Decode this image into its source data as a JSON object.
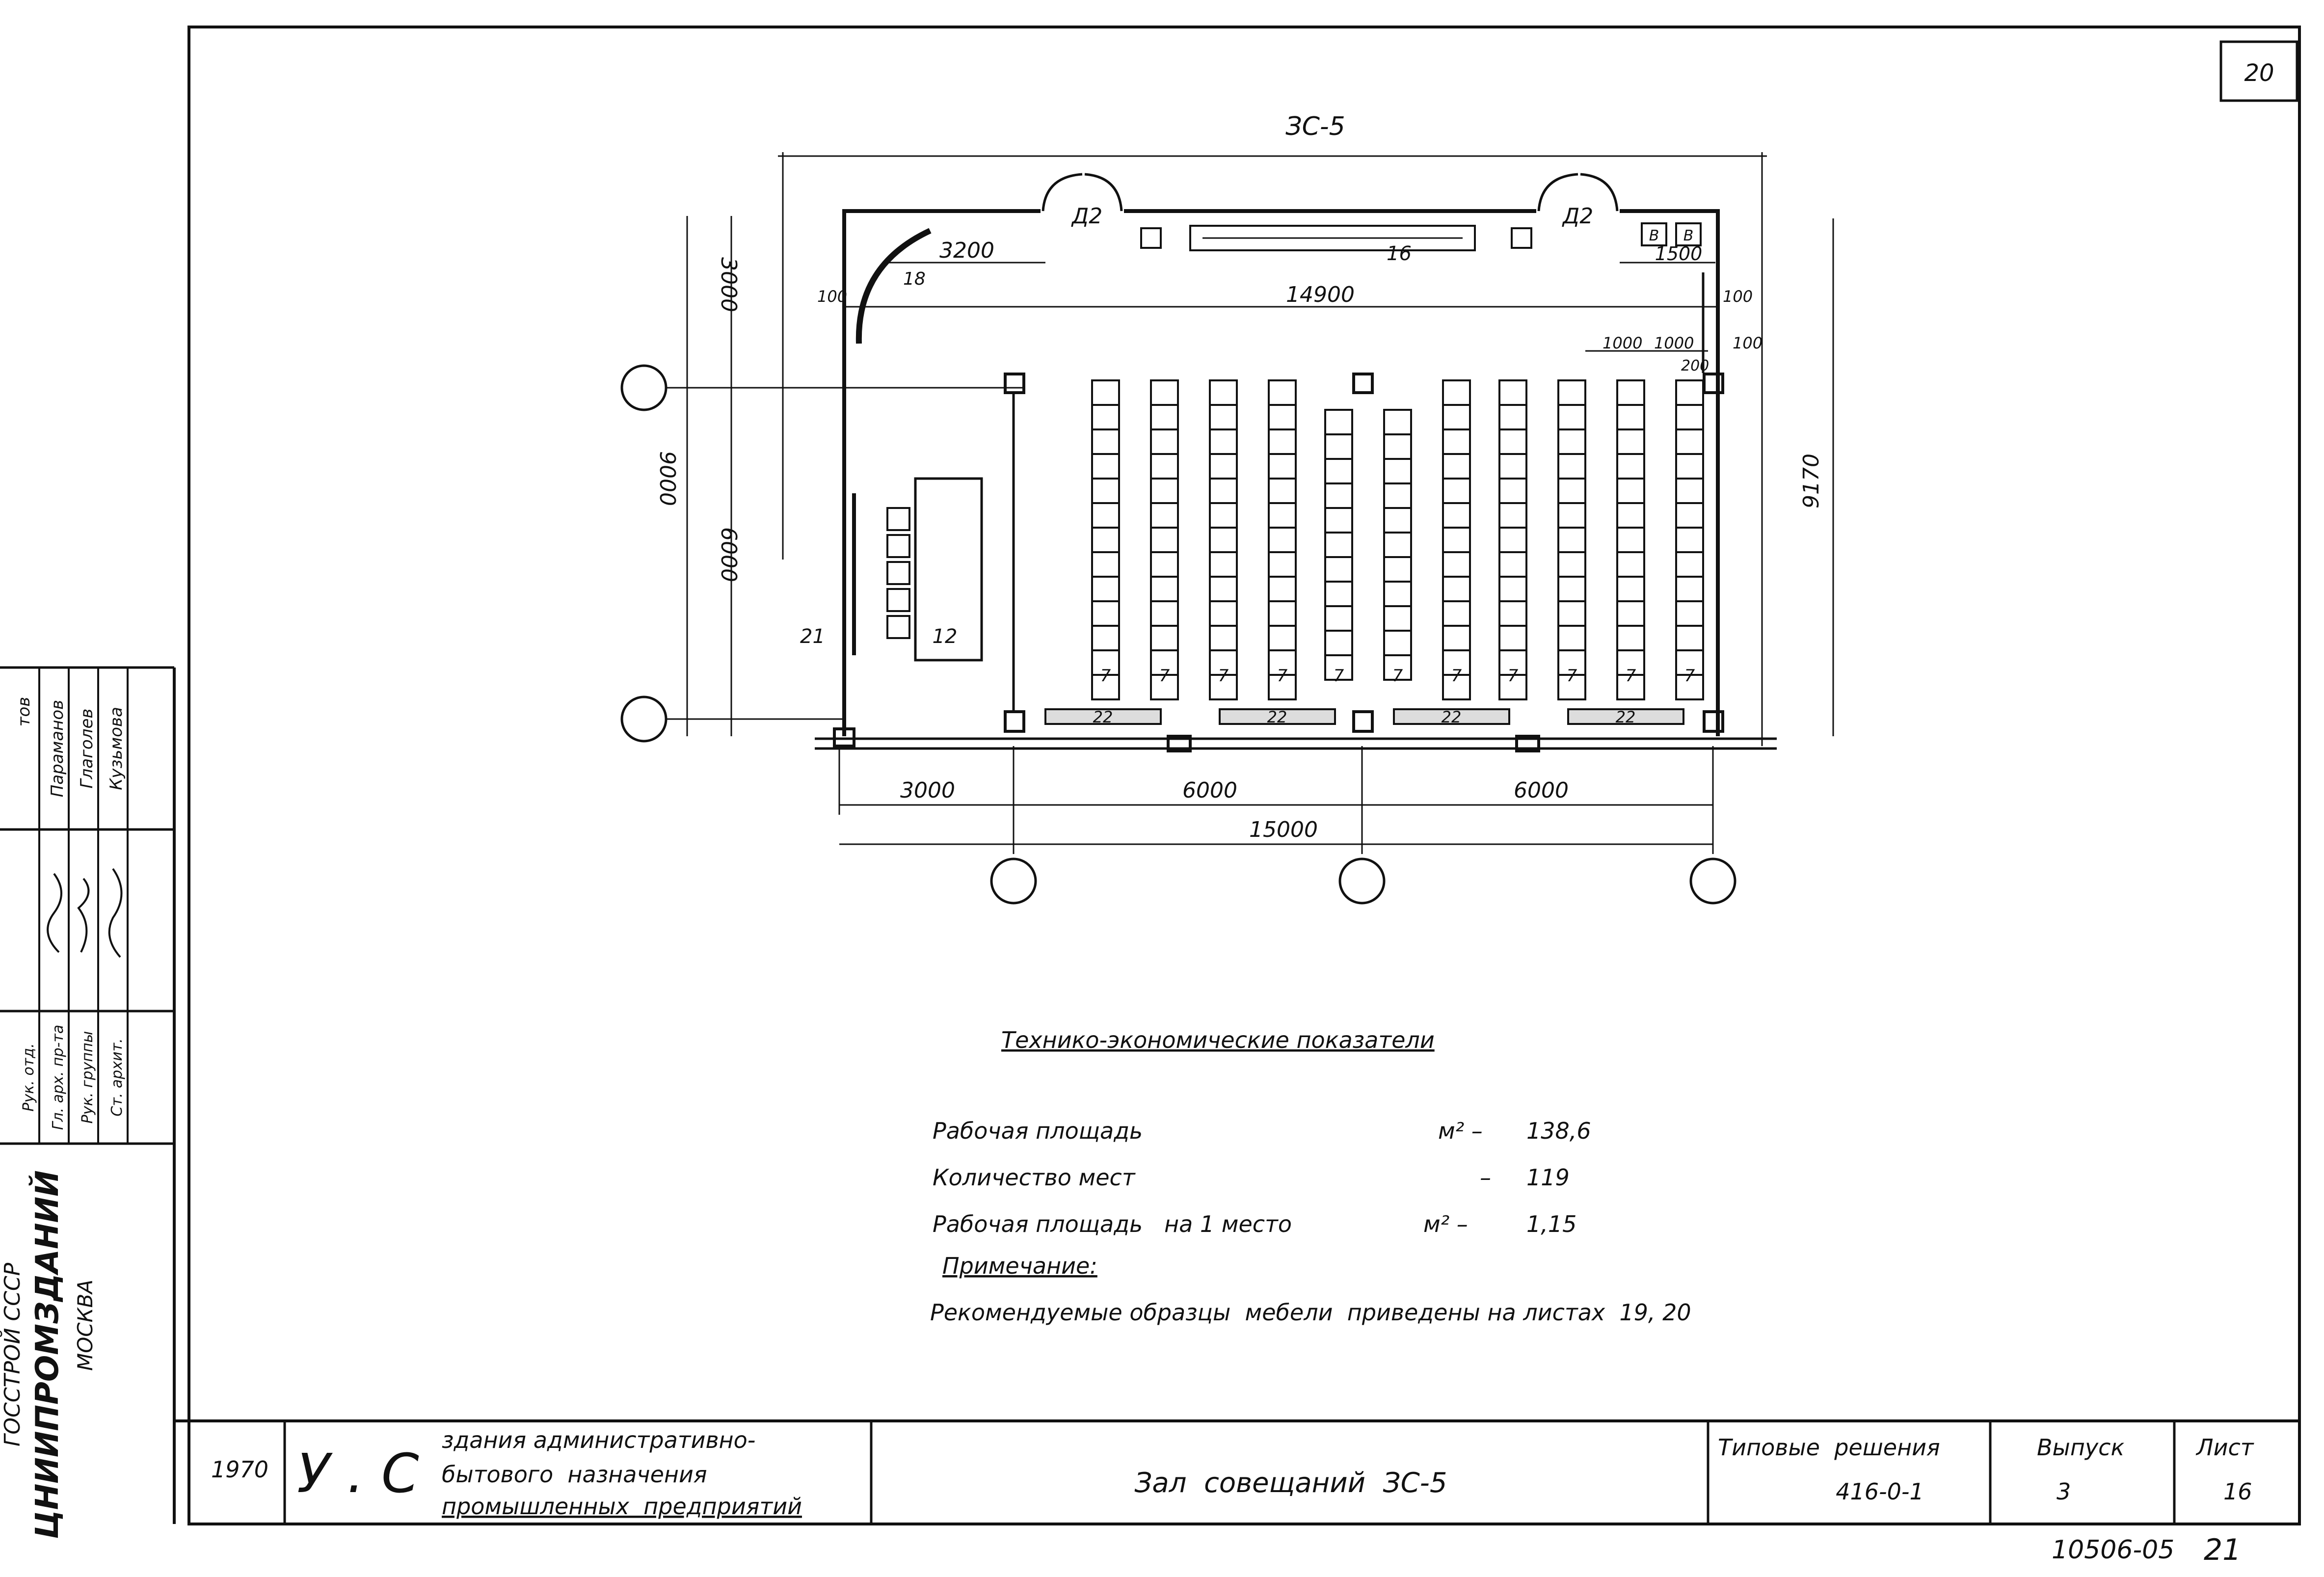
{
  "sheet_corner_number": "20",
  "plan": {
    "room_code": "ЗС-5",
    "doors": [
      "Д2",
      "Д2"
    ],
    "corner_marks": [
      "В",
      "В"
    ],
    "callouts": {
      "screen_rail": "16",
      "curtain_rail": "18",
      "board": "21",
      "table": "12",
      "radiator": "22",
      "chair": "7"
    },
    "dims_top": {
      "d3200": "3200",
      "d1500": "1500",
      "d14900": "14900",
      "d100_left": "100",
      "d100_r1": "100",
      "d100_r2": "100",
      "d1000a": "1000",
      "d1000b": "1000",
      "d200": "200"
    },
    "dims_left": {
      "d3000": "3000",
      "d9000": "9000",
      "d6000": "6000"
    },
    "dims_right": {
      "d9170": "9170"
    },
    "dims_bottom": {
      "d3000": "3000",
      "d6000a": "6000",
      "d6000b": "6000",
      "d15000": "15000"
    }
  },
  "indicators": {
    "title": "Технико-экономические показатели",
    "rows": [
      {
        "label": "Рабочая площадь",
        "unit": "м² –",
        "value": "138,6"
      },
      {
        "label": "Количество мест",
        "unit": "–",
        "value": "119"
      },
      {
        "label": "Рабочая площадь   на 1 место",
        "unit": "м² –",
        "value": "1,15"
      }
    ],
    "note_title": "Примечание:",
    "note_text": "Рекомендуемые образцы  мебели  приведены на листах  19, 20"
  },
  "side_stamp": {
    "org_name": "ЦНИИПРОМЗДАНИЙ",
    "org_city": "МОСКВА",
    "org_top": "ГОССТРОЙ СССР",
    "roles": [
      "Рук. отд.",
      "Гл. арх. пр-та",
      "Рук. группы",
      "Ст. архит."
    ],
    "names": [
      "Параманов",
      "Глаголев",
      "Кузьмова"
    ],
    "extra": "тов"
  },
  "title_block": {
    "year": "1970",
    "series_mark": "У . С",
    "series_desc": [
      "здания административно-",
      "бытового  назначения",
      "промышленных  предприятий"
    ],
    "drawing_title": "Зал  совещаний  ЗС-5",
    "standard_label": "Типовые  решения",
    "standard_code": "416-0-1",
    "issue_label": "Выпуск",
    "issue_value": "3",
    "sheet_label": "Лист",
    "sheet_value": "16",
    "archive_number": "10506-05",
    "archive_sheet": "21"
  }
}
